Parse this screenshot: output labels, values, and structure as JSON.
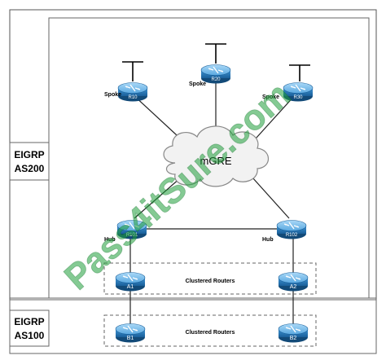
{
  "regions": {
    "as200": {
      "line1": "EIGRP",
      "line2": "AS200"
    },
    "as100": {
      "line1": "EIGRP",
      "line2": "AS100"
    }
  },
  "cloud_label": "mGRE",
  "clusters": {
    "upper": "Clustered Routers",
    "lower": "Clustered Routers"
  },
  "routers": {
    "r10": {
      "name": "R10",
      "role": "Spoke"
    },
    "r20": {
      "name": "R20",
      "role": "Spoke"
    },
    "r30": {
      "name": "R30",
      "role": "Spoke"
    },
    "r101": {
      "name": "R101",
      "role": "Hub"
    },
    "r102": {
      "name": "R102",
      "role": "Hub"
    },
    "a1": {
      "name": "A1"
    },
    "a2": {
      "name": "A2"
    },
    "b1": {
      "name": "B1"
    },
    "b2": {
      "name": "B2"
    }
  },
  "watermark": "Pass4itSure.com",
  "colors": {
    "router_fill": "#2a7fc0",
    "router_top": "#7fc0ee",
    "watermark": "#1f9e3a",
    "cloud_fill": "#f2f2f2",
    "frame": "#555555"
  }
}
